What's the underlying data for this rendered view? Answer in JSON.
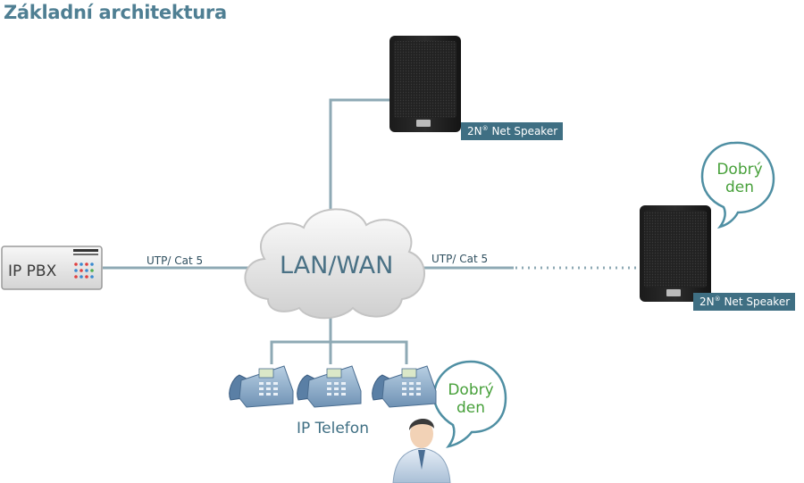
{
  "title": "Základní architektura",
  "pbx": {
    "label": "IP PBX"
  },
  "network": {
    "label": "LAN/WAN"
  },
  "cables": {
    "left": "UTP/ Cat 5",
    "right": "UTP/ Cat 5"
  },
  "speakers": [
    {
      "brand": "2N",
      "mark": "®",
      "label": "Net Speaker"
    },
    {
      "brand": "2N",
      "mark": "®",
      "label": "Net Speaker"
    }
  ],
  "bubbles": [
    {
      "line1": "Dobrý",
      "line2": "den"
    },
    {
      "line1": "Dobrý",
      "line2": "den"
    }
  ],
  "phones": {
    "label": "IP Telefon"
  },
  "colors": {
    "title": "#4f7f93",
    "connector": "#8ea9b4",
    "tag": "#3f6f83",
    "bubble_text": "#47a03a",
    "bubble_border": "#4f8fa3"
  }
}
